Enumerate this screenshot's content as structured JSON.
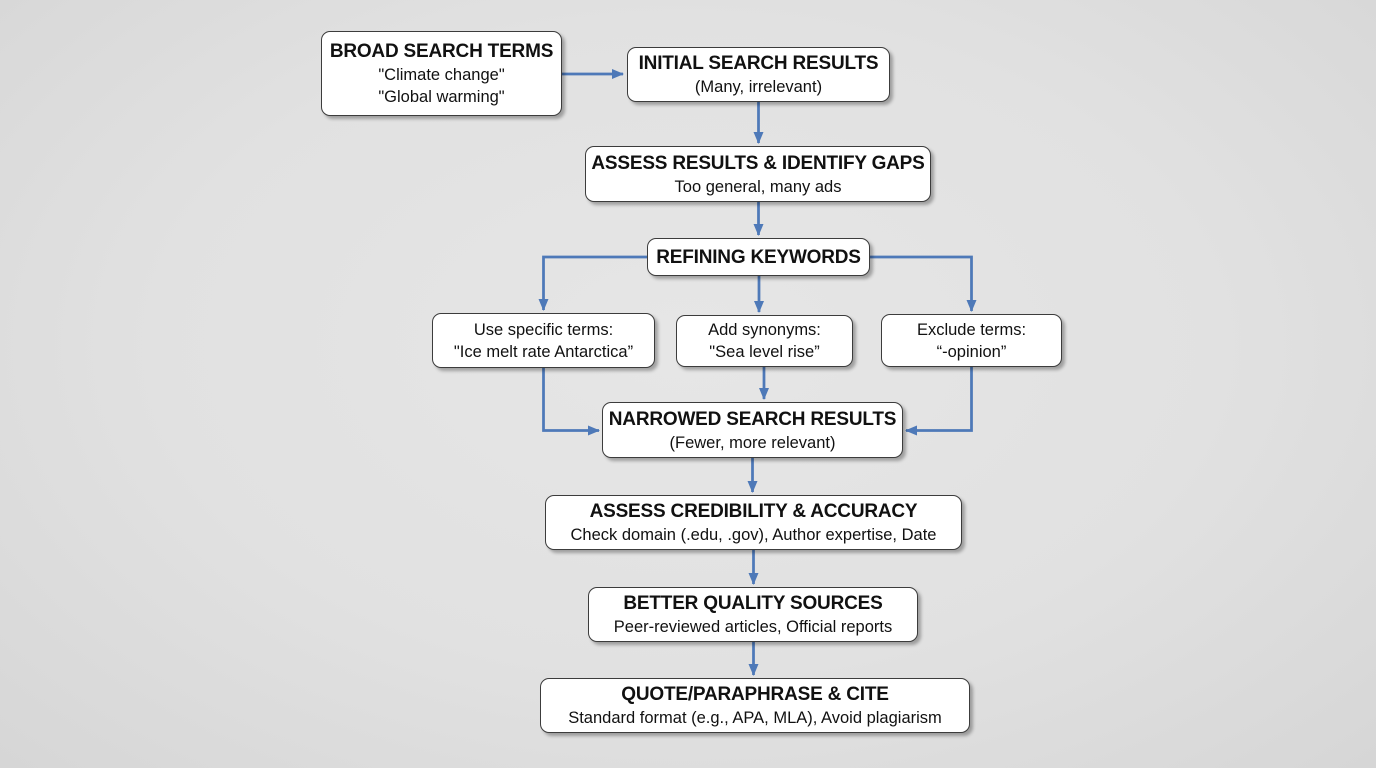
{
  "colors": {
    "arrow": "#4e79b8",
    "box_border": "#3c3c3c",
    "box_fill": "#ffffff",
    "background": "#e1e1e1",
    "text": "#111111"
  },
  "flowchart": {
    "nodes": {
      "broad": {
        "title": "BROAD SEARCH TERMS",
        "lines": [
          "\"Climate change\"",
          "\"Global warming\""
        ]
      },
      "initial": {
        "title": "INITIAL SEARCH RESULTS",
        "lines": [
          "(Many, irrelevant)"
        ]
      },
      "assess_results": {
        "title": "ASSESS RESULTS & IDENTIFY GAPS",
        "lines": [
          "Too general, many ads"
        ]
      },
      "refining": {
        "title": "REFINING KEYWORDS",
        "lines": []
      },
      "use_specific": {
        "title": "",
        "lines": [
          "Use specific terms:",
          "\"Ice melt rate Antarctica”"
        ]
      },
      "add_synonyms": {
        "title": "",
        "lines": [
          "Add synonyms:",
          "\"Sea level rise”"
        ]
      },
      "exclude_terms": {
        "title": "",
        "lines": [
          "Exclude terms:",
          "“-opinion”"
        ]
      },
      "narrowed": {
        "title": "NARROWED SEARCH RESULTS",
        "lines": [
          "(Fewer, more relevant)"
        ]
      },
      "assess_credibility": {
        "title": "ASSESS CREDIBILITY & ACCURACY",
        "lines": [
          "Check domain (.edu, .gov), Author expertise, Date"
        ]
      },
      "better_quality": {
        "title": "BETTER QUALITY SOURCES",
        "lines": [
          "Peer-reviewed articles, Official reports"
        ]
      },
      "quote_cite": {
        "title": "QUOTE/PARAPHRASE & CITE",
        "lines": [
          "Standard format (e.g., APA, MLA), Avoid plagiarism"
        ]
      }
    }
  }
}
